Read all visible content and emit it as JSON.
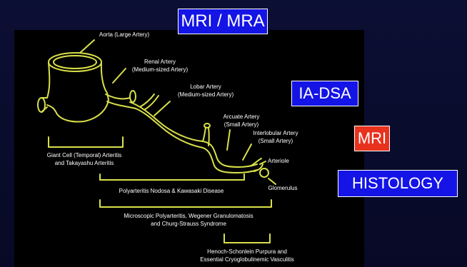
{
  "badges": {
    "mri_mra": "MRI / MRA",
    "ia_dsa": "IA-DSA",
    "mri": "MRI",
    "histology": "HISTOLOGY"
  },
  "vessels": {
    "aorta": "Aorta (Large Artery)",
    "renal_1": "Renal Artery",
    "renal_2": "(Medium-sized Artery)",
    "lobar_1": "Lobar Artery",
    "lobar_2": "(Medium-sized Artery)",
    "arcuate_1": "Arcuate Artery",
    "arcuate_2": "(Small Artery)",
    "interlobular_1": "Interlobular Artery",
    "interlobular_2": "(Small Artery)",
    "arteriole": "Arteriole",
    "glomerulus": "Glomerulus"
  },
  "diseases": {
    "giant_cell_1": "Giant Cell (Temporal) Arteritis",
    "giant_cell_2": "and Takayashu Arteritis",
    "polyarteritis": "Polyarteritis Nodosa & Kawasaki Disease",
    "microscopic_1": "Microscopic Polyarteritis, Wegener Granulomatosis",
    "microscopic_2": "and Churg-Strauss Syndrome",
    "henoch_1": "Henoch-Schonlein Purpura and",
    "henoch_2": "Essential Cryoglobulinemic Vasculitis"
  },
  "colors": {
    "vessel": "#d9e04a",
    "mri_mra_badge": "#1414e6",
    "ia_dsa_badge": "#1414e6",
    "mri_badge": "#e8321e",
    "histology_badge": "#1414e6"
  }
}
